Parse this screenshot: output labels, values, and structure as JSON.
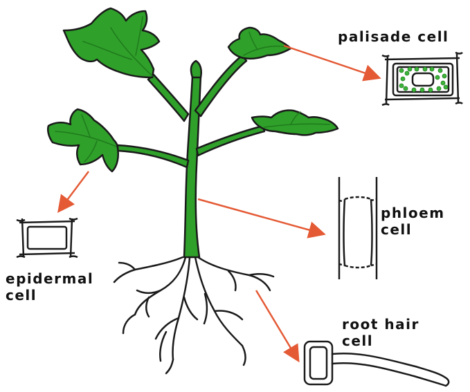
{
  "colors": {
    "leaf": "#2fa02a",
    "leaf_dark": "#1f7a1c",
    "outline": "#1a1a1a",
    "arrow": "#e45a35",
    "chloroplast": "#3cb43a",
    "background": "#ffffff"
  },
  "labels": {
    "palisade": [
      "palisade cell"
    ],
    "phloem": [
      "phloem",
      "cell"
    ],
    "epidermal": [
      "epidermal",
      "cell"
    ],
    "root_hair": [
      "root hair",
      "cell"
    ]
  }
}
